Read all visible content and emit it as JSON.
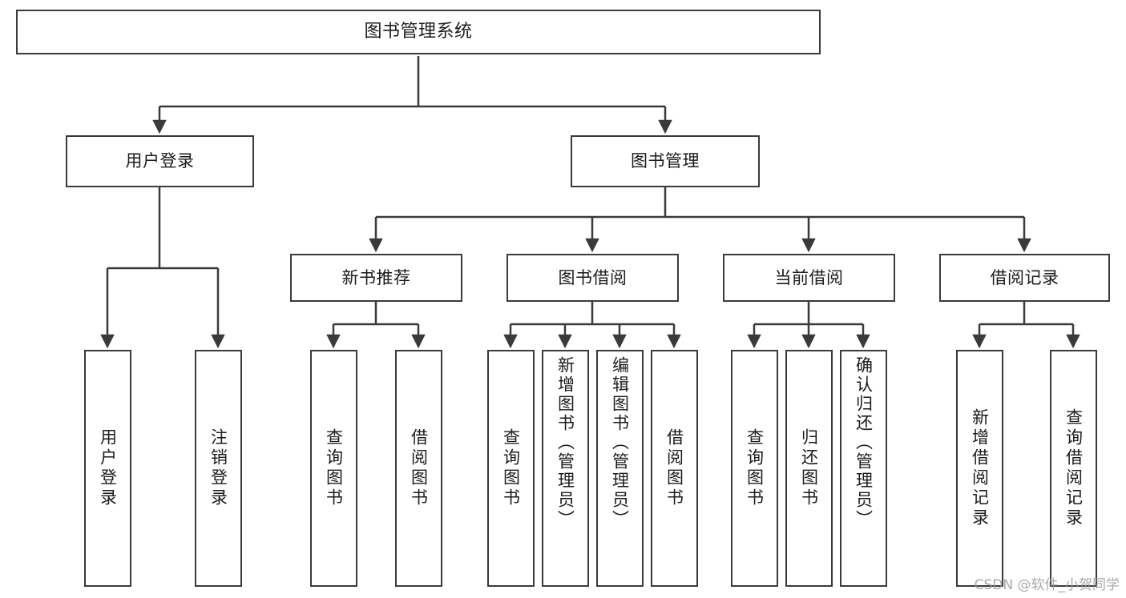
{
  "diagram": {
    "type": "tree",
    "title": "图书管理系统",
    "root": {
      "label": "图书管理系统"
    },
    "level2": [
      {
        "label": "用户登录"
      },
      {
        "label": "图书管理"
      }
    ],
    "level3": [
      {
        "label": "新书推荐"
      },
      {
        "label": "图书借阅"
      },
      {
        "label": "当前借阅"
      },
      {
        "label": "借阅记录"
      }
    ],
    "leaves": {
      "user_login": [
        {
          "label": "用户登录"
        },
        {
          "label": "注销登录"
        }
      ],
      "new_book_recommend": [
        {
          "label": "查询图书"
        },
        {
          "label": "借阅图书"
        }
      ],
      "book_borrow": [
        {
          "label": "查询图书"
        },
        {
          "label": "新增图书（管理员）"
        },
        {
          "label": "编辑图书（管理员）"
        },
        {
          "label": "借阅图书"
        }
      ],
      "current_borrow": [
        {
          "label": "查询图书"
        },
        {
          "label": "归还图书"
        },
        {
          "label": "确认归还（管理员）"
        }
      ],
      "borrow_record": [
        {
          "label": "新增借阅记录"
        },
        {
          "label": "查询借阅记录"
        }
      ]
    }
  },
  "watermark": {
    "text": "CSDN @软件_小贺同学"
  },
  "colors": {
    "stroke": "#3a3a3a",
    "text": "#1b1b1b",
    "background": "#ffffff",
    "watermark": "#9a9a9a"
  }
}
